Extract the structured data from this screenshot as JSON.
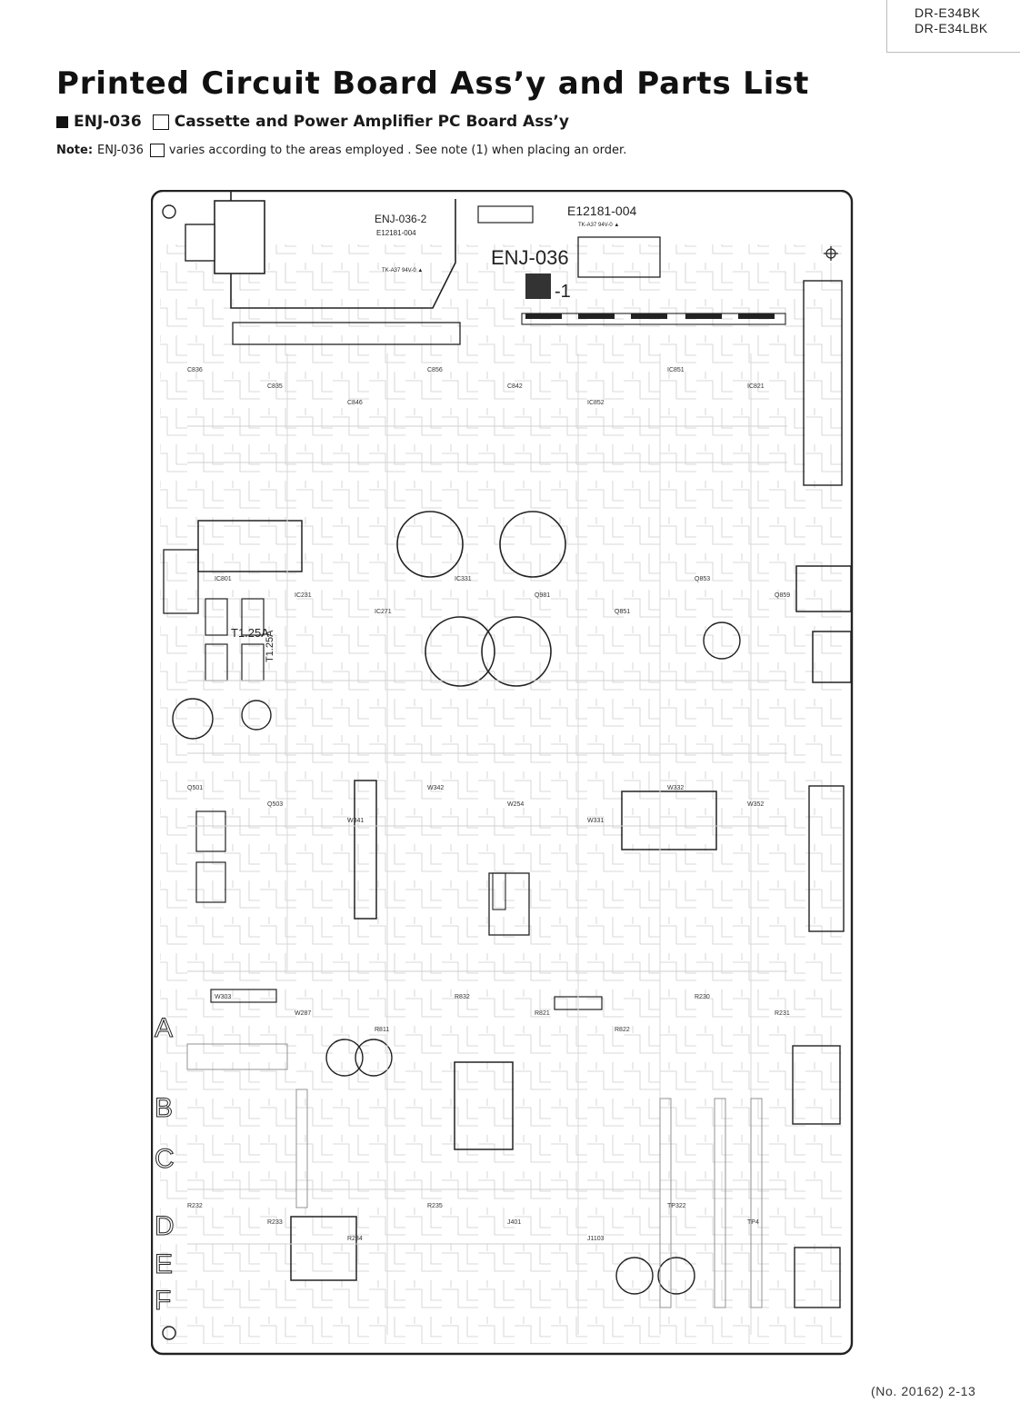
{
  "header": {
    "models": [
      "DR-E34BK",
      "DR-E34LBK"
    ],
    "title": "Printed Circuit Board Ass’y and Parts List",
    "subtitle_code": "ENJ-036",
    "subtitle_text": "Cassette and Power Amplifier PC Board Ass’y",
    "note_label": "Note:",
    "note_code": "ENJ-036",
    "note_text": "varies according to the areas employed . See note (1) when placing an order."
  },
  "board": {
    "part_number": "E12181-004",
    "board_name": "ENJ-036",
    "board_suffix": "-1",
    "sub_board_name": "ENJ-036-2",
    "sub_board_part": "E12181-004",
    "pcb_mark_1": "TK-A37 94V-0 ▲",
    "pcb_mark_2": "TK-A37 94V-0 ▲",
    "side_labels": [
      "A",
      "B",
      "C",
      "D",
      "E",
      "F"
    ],
    "fuse_labels": [
      "T1.25A",
      "T1.25A"
    ],
    "component_labels": [
      "C836",
      "C835",
      "C846",
      "C856",
      "C842",
      "IC852",
      "IC851",
      "IC821",
      "IC801",
      "IC231",
      "IC271",
      "IC331",
      "Q981",
      "Q851",
      "Q853",
      "Q859",
      "Q501",
      "Q503",
      "W341",
      "W342",
      "W254",
      "W331",
      "W332",
      "W352",
      "W303",
      "W287",
      "R811",
      "R832",
      "R821",
      "R822",
      "R230",
      "R231",
      "R232",
      "R233",
      "R234",
      "R235",
      "J401",
      "J1103",
      "TP322",
      "TP4"
    ]
  },
  "footer": {
    "page_ref": "(No. 20162) 2-13"
  }
}
